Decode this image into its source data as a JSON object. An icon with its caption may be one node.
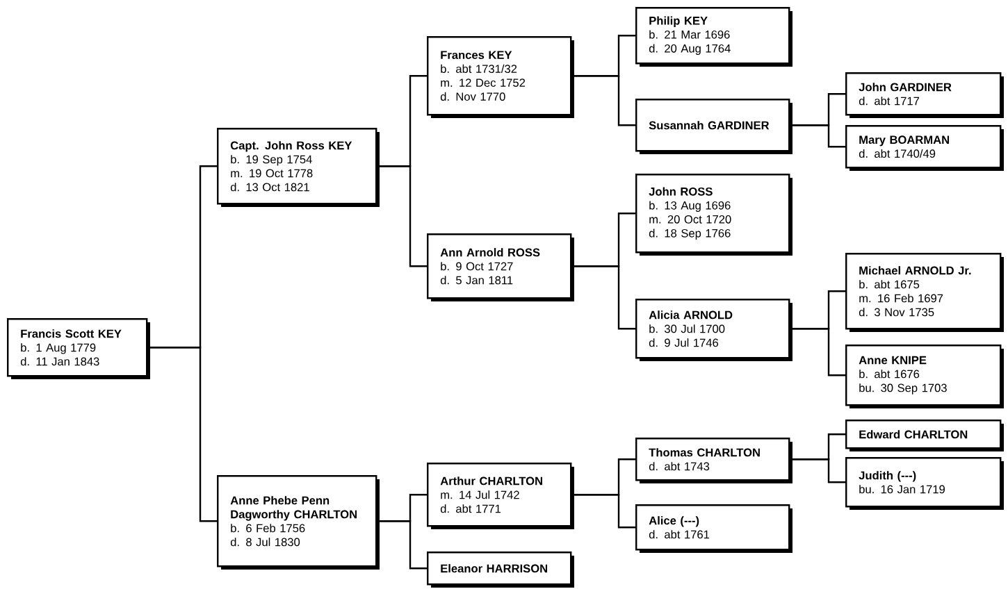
{
  "diagram": {
    "nodes": [
      {
        "text": [
          "Francis Scott KEY",
          "b. 1 Aug 1779",
          "d. 11 Jan 1843"
        ]
      },
      {
        "text": [
          "Capt. John Ross KEY",
          "b. 19 Sep 1754",
          "m. 19 Oct 1778",
          "d. 13 Oct 1821"
        ]
      },
      {
        "text": [
          "Anne Phebe Penn Dagworthy CHARLTON",
          "b. 6 Feb 1756",
          "d. 8 Jul 1830"
        ]
      },
      {
        "text": [
          "Frances KEY",
          "b. abt 1731/32",
          "m. 12 Dec 1752",
          "d. Nov 1770"
        ]
      },
      {
        "text": [
          "Ann Arnold ROSS",
          "b. 9 Oct 1727",
          "d. 5 Jan 1811"
        ]
      },
      {
        "text": [
          "Arthur CHARLTON",
          "m. 14 Jul 1742",
          "d. abt 1771"
        ]
      },
      {
        "text": [
          "Eleanor HARRISON"
        ]
      },
      {
        "text": [
          "Philip KEY",
          "b. 21 Mar 1696",
          "d. 20 Aug 1764"
        ]
      },
      {
        "text": [
          "Susannah GARDINER"
        ]
      },
      {
        "text": [
          "John ROSS",
          "b. 13 Aug 1696",
          "m. 20 Oct 1720",
          "d. 18 Sep 1766"
        ]
      },
      {
        "text": [
          "Alicia ARNOLD",
          "b. 30 Jul 1700",
          "d. 9 Jul 1746"
        ]
      },
      {
        "text": [
          "Thomas CHARLTON",
          "d. abt 1743"
        ]
      },
      {
        "text": [
          "Alice (---)",
          "d. abt 1761"
        ]
      },
      {
        "text": [
          "John GARDINER",
          "d. abt 1717"
        ]
      },
      {
        "text": [
          "Mary BOARMAN",
          "d. abt 1740/49"
        ]
      },
      {
        "text": [
          "Michael ARNOLD Jr.",
          "b. abt 1675",
          "m. 16 Feb 1697",
          "d. 3 Nov 1735"
        ]
      },
      {
        "text": [
          "Anne KNIPE",
          "b. abt 1676",
          "bu. 30 Sep 1703"
        ]
      },
      {
        "text": [
          "Edward CHARLTON"
        ]
      },
      {
        "text": [
          "Judith (---)",
          "bu. 16 Jan 1719"
        ]
      }
    ],
    "edges": [
      {
        "from": 0,
        "to": 1,
        "arrow": "none"
      },
      {
        "from": 0,
        "to": 2,
        "arrow": "none"
      },
      {
        "from": 1,
        "to": 3,
        "arrow": "none"
      },
      {
        "from": 1,
        "to": 4,
        "arrow": "none"
      },
      {
        "from": 2,
        "to": 5,
        "arrow": "none"
      },
      {
        "from": 2,
        "to": 6,
        "arrow": "none"
      },
      {
        "from": 3,
        "to": 7,
        "arrow": "none"
      },
      {
        "from": 3,
        "to": 8,
        "arrow": "none"
      },
      {
        "from": 4,
        "to": 9,
        "arrow": "none"
      },
      {
        "from": 4,
        "to": 10,
        "arrow": "none"
      },
      {
        "from": 5,
        "to": 11,
        "arrow": "none"
      },
      {
        "from": 5,
        "to": 12,
        "arrow": "none"
      },
      {
        "from": 8,
        "to": 13,
        "arrow": "none"
      },
      {
        "from": 8,
        "to": 14,
        "arrow": "none"
      },
      {
        "from": 10,
        "to": 15,
        "arrow": "none"
      },
      {
        "from": 10,
        "to": 16,
        "arrow": "none"
      },
      {
        "from": 11,
        "to": 17,
        "arrow": "none"
      },
      {
        "from": 11,
        "to": 18,
        "arrow": "none"
      }
    ]
  }
}
